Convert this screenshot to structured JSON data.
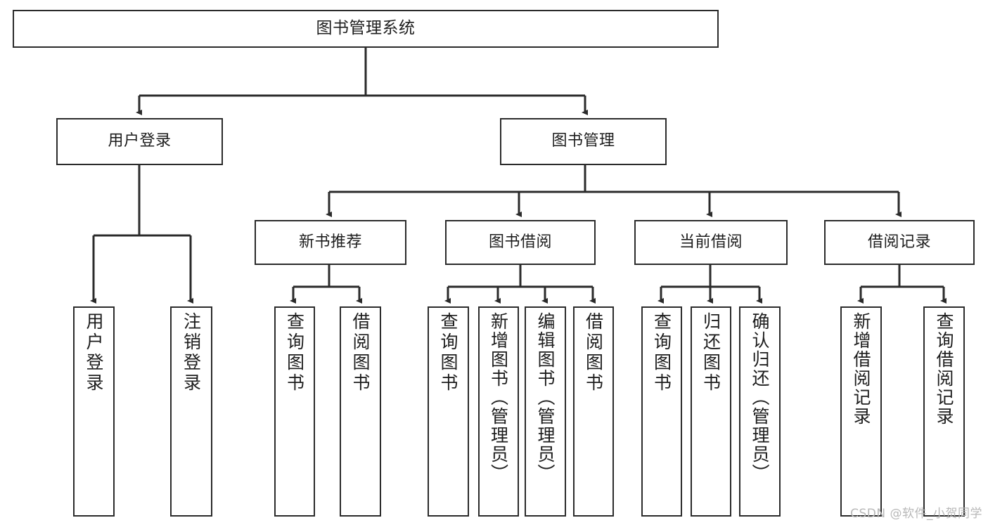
{
  "diagram": {
    "title": "图书管理系统",
    "type": "tree",
    "style": {
      "box_border": "#2b2b2b",
      "box_fill": "#ffffff",
      "edge_color": "#2b2b2b",
      "text_color": "#1d1d1d",
      "background": "#ffffff"
    }
  },
  "nodes": {
    "root": {
      "label": "图书管理系统"
    },
    "level2": [
      {
        "id": "user_login",
        "label": "用户登录"
      },
      {
        "id": "book_manage",
        "label": "图书管理"
      }
    ],
    "level3": [
      {
        "id": "new_book_rec",
        "label": "新书推荐"
      },
      {
        "id": "book_borrow",
        "label": "图书借阅"
      },
      {
        "id": "current_borrow",
        "label": "当前借阅"
      },
      {
        "id": "borrow_record",
        "label": "借阅记录"
      }
    ],
    "leaves": {
      "user_login": [
        {
          "id": "leaf_user_login",
          "label": "用户登录"
        },
        {
          "id": "leaf_user_logout",
          "label": "注销登录"
        }
      ],
      "new_book_rec": [
        {
          "id": "leaf_query_book_1",
          "label": "查询图书"
        },
        {
          "id": "leaf_borrow_book_1",
          "label": "借阅图书"
        }
      ],
      "book_borrow": [
        {
          "id": "leaf_query_book_2",
          "label": "查询图书"
        },
        {
          "id": "leaf_add_book",
          "label": "新增图书（管理员）"
        },
        {
          "id": "leaf_edit_book",
          "label": "编辑图书（管理员）"
        },
        {
          "id": "leaf_borrow_book_2",
          "label": "借阅图书"
        }
      ],
      "current_borrow": [
        {
          "id": "leaf_query_book_3",
          "label": "查询图书"
        },
        {
          "id": "leaf_return_book",
          "label": "归还图书"
        },
        {
          "id": "leaf_confirm_return",
          "label": "确认归还（管理员）"
        }
      ],
      "borrow_record": [
        {
          "id": "leaf_add_record",
          "label": "新增借阅记录"
        },
        {
          "id": "leaf_query_record",
          "label": "查询借阅记录"
        }
      ]
    }
  },
  "watermark": {
    "text": "CSDN @软件_小贺同学"
  }
}
